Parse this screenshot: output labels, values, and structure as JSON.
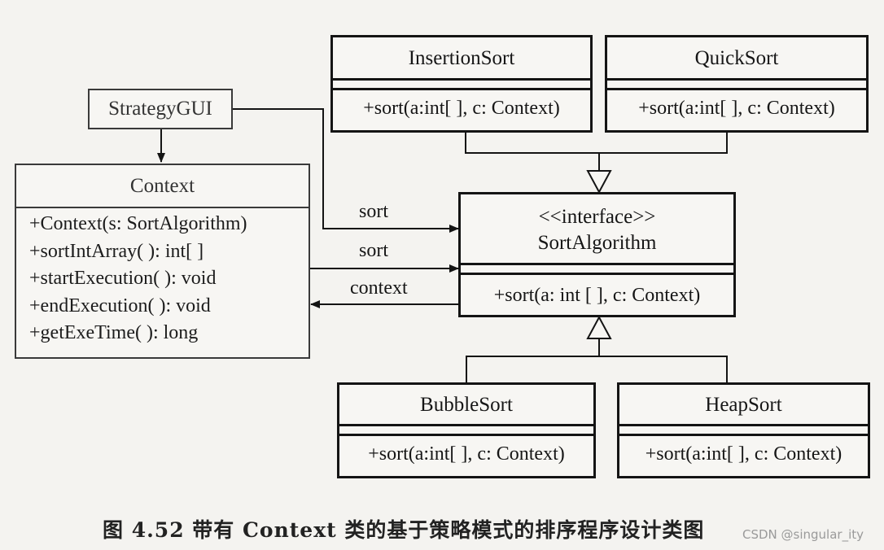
{
  "diagram": {
    "classes": {
      "insertion_sort": {
        "name": "InsertionSort",
        "operation": "+sort(a:int[ ], c: Context)"
      },
      "quick_sort": {
        "name": "QuickSort",
        "operation": "+sort(a:int[ ], c: Context)"
      },
      "strategy_gui": {
        "name": "StrategyGUI"
      },
      "context": {
        "name": "Context",
        "operations": [
          "+Context(s: SortAlgorithm)",
          "+sortIntArray( ): int[ ]",
          "+startExecution( ): void",
          "+endExecution( ): void",
          "+getExeTime( ): long"
        ]
      },
      "sort_algorithm": {
        "stereotype": "<<interface>>",
        "name": "SortAlgorithm",
        "operation": "+sort(a: int [ ], c: Context)"
      },
      "bubble_sort": {
        "name": "BubbleSort",
        "operation": "+sort(a:int[ ], c: Context)"
      },
      "heap_sort": {
        "name": "HeapSort",
        "operation": "+sort(a:int[ ], c: Context)"
      }
    },
    "associations": {
      "gui_to_algorithm": "sort",
      "context_to_algorithm": "sort",
      "algorithm_to_context": "context"
    }
  },
  "caption": "图 4.52   带有 Context 类的基于策略模式的排序程序设计类图",
  "watermark": "CSDN @singular_ity",
  "colors": {
    "ink": "#141414",
    "paper": "#f4f3f0",
    "gray_ink": "#3a3a3a"
  }
}
